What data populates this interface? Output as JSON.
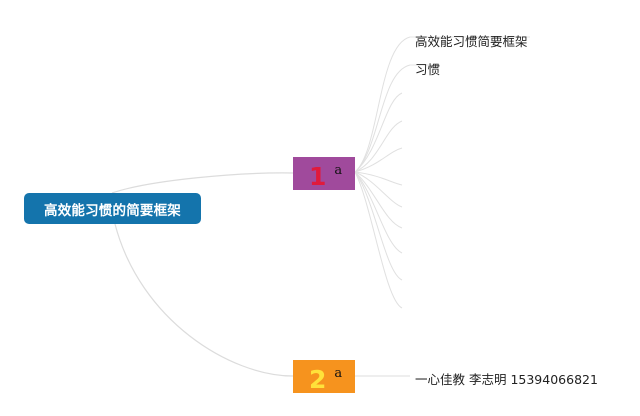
{
  "mindmap": {
    "root": {
      "label": "高效能习惯的简要框架",
      "color": "#1474ac"
    },
    "branches": [
      {
        "number": "1",
        "suffix": "a",
        "color": "#a04a9c",
        "number_color": "#e01a3c",
        "leaves": [
          "高效能习惯简要框架",
          "习惯",
          "",
          "",
          "",
          "",
          "",
          "",
          "",
          "",
          ""
        ]
      },
      {
        "number": "2",
        "suffix": "a",
        "color": "#f6931e",
        "number_color": "#ffe23a",
        "leaves": [
          "一心佳教 李志明 15394066821"
        ]
      }
    ],
    "connector_color": "#d8d8d8"
  }
}
